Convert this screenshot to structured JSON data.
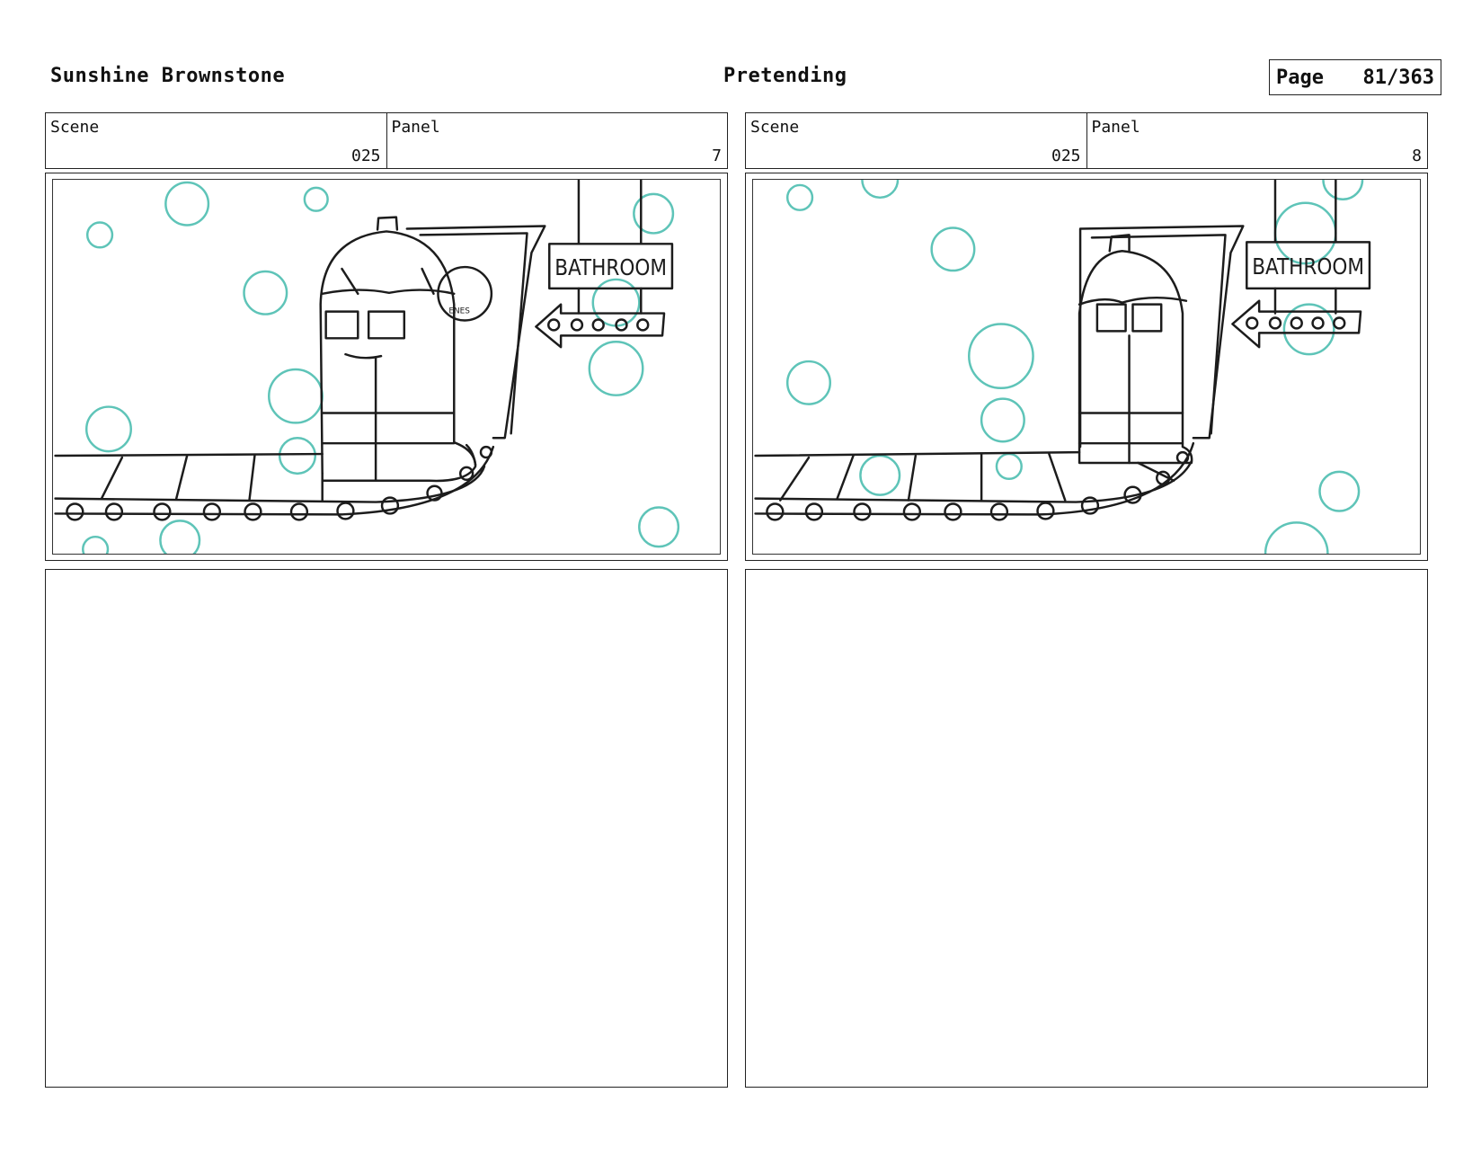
{
  "header": {
    "project": "Sunshine Brownstone",
    "sequence": "Pretending",
    "page_label": "Page",
    "page_number": "81/363"
  },
  "panels": [
    {
      "scene_label": "Scene",
      "scene": "025",
      "panel_label": "Panel",
      "panel": "7",
      "sign_text": "BATHROOM",
      "poster_text": "ENES"
    },
    {
      "scene_label": "Scene",
      "scene": "025",
      "panel_label": "Panel",
      "panel": "8",
      "sign_text": "BATHROOM"
    }
  ],
  "colors": {
    "ink": "#222222",
    "bubble": "#5ec4b8",
    "paper": "#ffffff"
  }
}
